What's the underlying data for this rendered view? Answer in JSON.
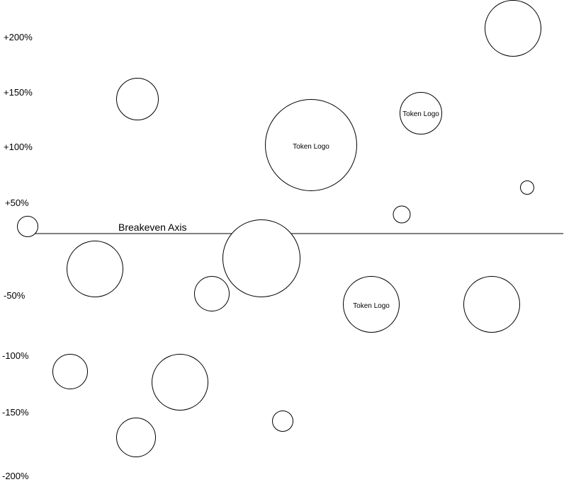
{
  "y_axis": {
    "ticks": [
      "+200%",
      "+150%",
      "+100%",
      "+50%",
      "-50%",
      "-100%",
      "-150%",
      "-200%"
    ]
  },
  "breakeven_axis": {
    "label": "Breakeven Axis"
  },
  "bubbles": [
    {
      "id": "b1",
      "label": ""
    },
    {
      "id": "b2",
      "label": ""
    },
    {
      "id": "b3",
      "label": "Token Logo"
    },
    {
      "id": "b4",
      "label": "Token Logo"
    },
    {
      "id": "b5",
      "label": ""
    },
    {
      "id": "b6",
      "label": ""
    },
    {
      "id": "b7",
      "label": ""
    },
    {
      "id": "b8",
      "label": ""
    },
    {
      "id": "b9",
      "label": ""
    },
    {
      "id": "b10",
      "label": ""
    },
    {
      "id": "b11",
      "label": "Token Logo"
    },
    {
      "id": "b12",
      "label": ""
    },
    {
      "id": "b13",
      "label": ""
    },
    {
      "id": "b14",
      "label": ""
    },
    {
      "id": "b15",
      "label": ""
    },
    {
      "id": "b16",
      "label": ""
    }
  ],
  "colors": {
    "stroke": "#000000",
    "background": "#ffffff"
  }
}
